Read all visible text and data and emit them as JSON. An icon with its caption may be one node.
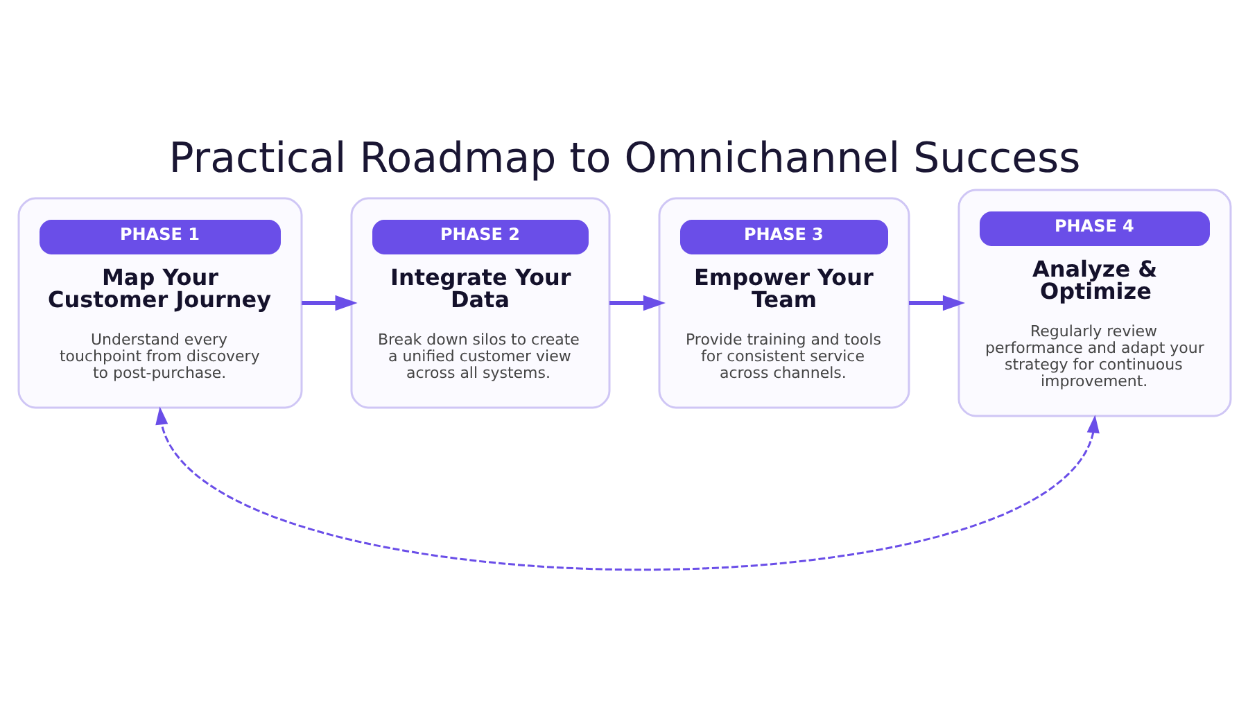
{
  "diagram": {
    "title": "Practical Roadmap to Omnichannel Success",
    "nodes": [
      {
        "text": [
          "PHASE 1",
          "Map Your Customer Journey",
          "Understand every touchpoint from discovery to post-purchase."
        ]
      },
      {
        "text": [
          "PHASE 2",
          "Integrate Your Data",
          "Break down silos to create a unified customer view across all systems."
        ]
      },
      {
        "text": [
          "PHASE 3",
          "Empower Your Team",
          "Provide training and tools for consistent service across channels."
        ]
      },
      {
        "text": [
          "PHASE 4",
          "Analyze & Optimize",
          "Regularly review performance and adapt your strategy for continuous improvement."
        ]
      }
    ],
    "edges": [
      {
        "from": 0,
        "to": 1,
        "arrow": "to"
      },
      {
        "from": 1,
        "to": 2,
        "arrow": "to"
      },
      {
        "from": 2,
        "to": 3,
        "arrow": "to"
      },
      {
        "from": 3,
        "to": 0,
        "arrow": "both",
        "style": "dashed"
      }
    ]
  }
}
